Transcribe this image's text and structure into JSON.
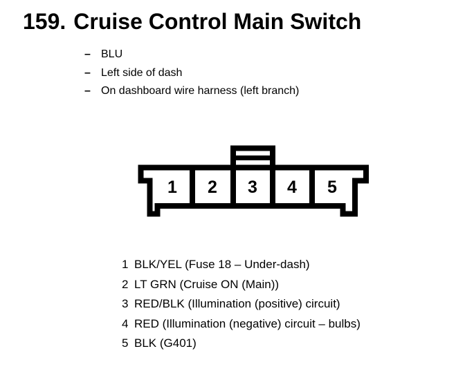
{
  "header": {
    "item_number": "159.",
    "title": "Cruise Control Main Switch"
  },
  "notes": {
    "dash": "–",
    "items": [
      "BLU",
      "Left side of dash",
      "On dashboard wire harness (left branch)"
    ]
  },
  "connector": {
    "description": "5-pin connector front view with center latch tab",
    "pins": [
      "1",
      "2",
      "3",
      "4",
      "5"
    ],
    "line_color": "#000000",
    "fill_color": "#ffffff"
  },
  "legend": {
    "rows": [
      {
        "pin": "1",
        "desc": "BLK/YEL (Fuse 18 – Under-dash)"
      },
      {
        "pin": "2",
        "desc": "LT GRN (Cruise ON (Main))"
      },
      {
        "pin": "3",
        "desc": "RED/BLK (Illumination (positive) circuit)"
      },
      {
        "pin": "4",
        "desc": "RED (Illumination (negative) circuit – bulbs)"
      },
      {
        "pin": "5",
        "desc": "BLK (G401)"
      }
    ]
  }
}
